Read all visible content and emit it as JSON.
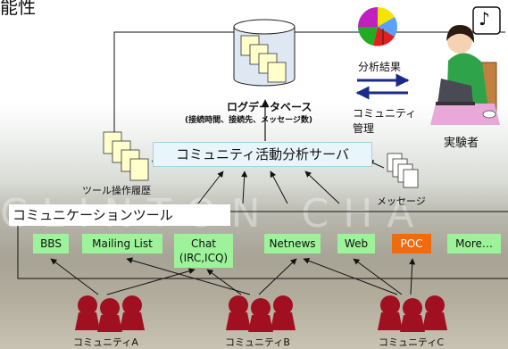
{
  "heading_fragment": "能性",
  "watermark_text": "CLINTON CHA",
  "center": {
    "db_title": "ログデータベース",
    "db_subtitle": "(接続時間、接続先、メッセージ数)",
    "server": "コミュニティ活動分析サーバ",
    "tool_history": "ツール操作履歴",
    "messages": "メッセージ",
    "comm_tools_label": "コミュニケーションツール"
  },
  "right": {
    "analysis_result": "分析結果",
    "community_mgmt_line1": "コミュニティ",
    "community_mgmt_line2": "管理",
    "experimenter": "実験者",
    "speech_symbol": "♪"
  },
  "tools": [
    {
      "label": "BBS"
    },
    {
      "label": "Mailing List"
    },
    {
      "label": "Chat",
      "label2": "(IRC,ICQ)"
    },
    {
      "label": "Netnews"
    },
    {
      "label": "Web"
    },
    {
      "label": "POC"
    },
    {
      "label": "More…"
    }
  ],
  "communities": [
    {
      "label": "コミュニティA"
    },
    {
      "label": "コミュニティB"
    },
    {
      "label": "コミュニティC"
    }
  ],
  "colors": {
    "tool_green": "#9cf39a",
    "poc_orange": "#f06a10",
    "server_bg": "#e8f6fb",
    "person_red": "#a01020",
    "arrow_blue": "#1a2a8a",
    "doc_yellow": "#ffffcc"
  }
}
